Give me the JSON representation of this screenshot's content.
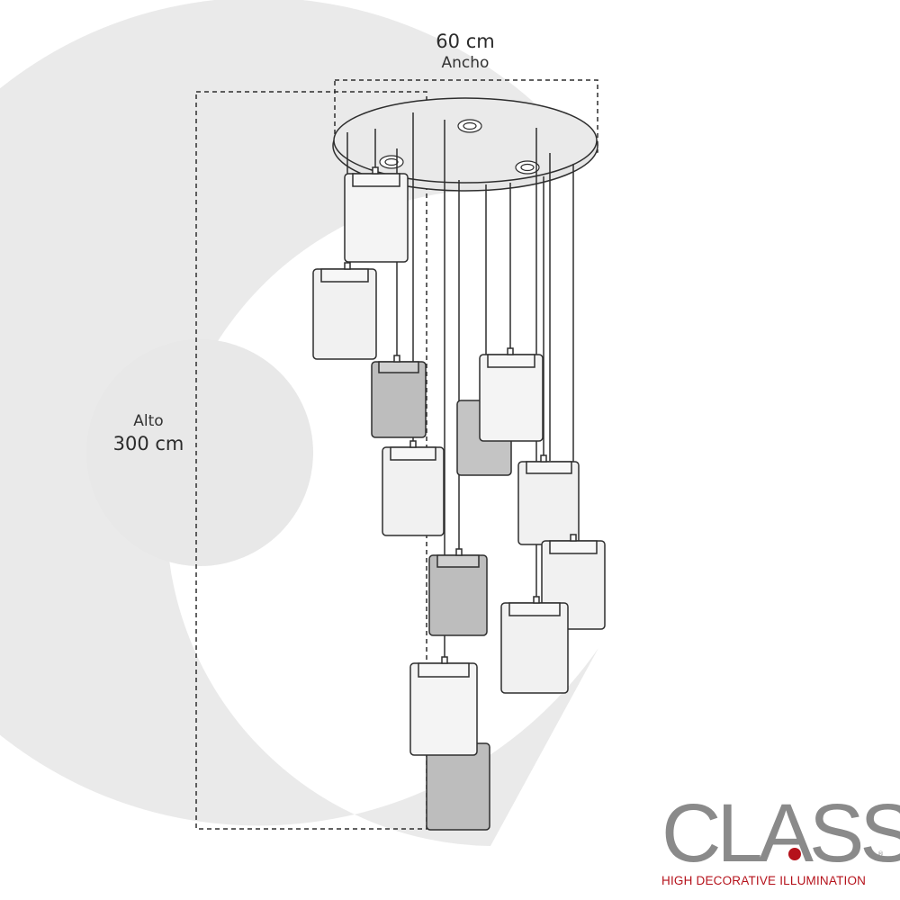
{
  "dimensions": {
    "width_value": "60 cm",
    "width_label": "Ancho",
    "height_label": "Alto",
    "height_value": "300 cm"
  },
  "pendants": {
    "count": 12,
    "shades": [
      "white",
      "white",
      "dark",
      "white",
      "white",
      "dark",
      "white",
      "white",
      "dark",
      "white",
      "white",
      "dark"
    ]
  },
  "brand": {
    "name": "CLASS",
    "tagline": "HIGH DECORATIVE ILLUMINATION",
    "registered": "®"
  },
  "colors": {
    "background_mark": "#e8e8e8",
    "line": "#2e2e2e",
    "shade_white": "#f4f4f4",
    "shade_dark": "#bdbdbd",
    "canopy": "#eaeaea",
    "brand_gray": "#8a8a8a",
    "brand_red": "#b5121b"
  }
}
